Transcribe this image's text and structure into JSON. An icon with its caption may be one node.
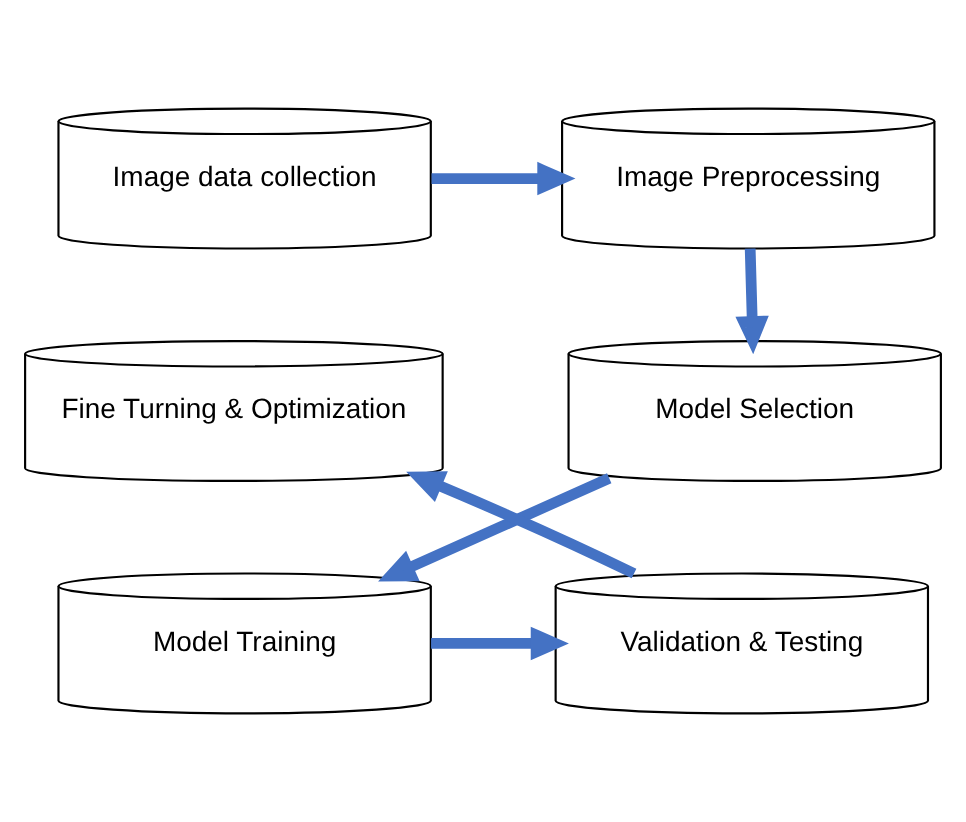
{
  "diagram": {
    "nodes": [
      {
        "text": [
          "Image data collection"
        ]
      },
      {
        "text": [
          "Image Preprocessing"
        ]
      },
      {
        "text": [
          "Model Selection"
        ]
      },
      {
        "text": [
          "Model Training"
        ]
      },
      {
        "text": [
          "Validation & Testing"
        ]
      },
      {
        "text": [
          "Fine Turning & Optimization"
        ]
      }
    ],
    "edges": [
      {
        "from": 0,
        "to": 1,
        "arrow": "to"
      },
      {
        "from": 1,
        "to": 2,
        "arrow": "to"
      },
      {
        "from": 2,
        "to": 3,
        "arrow": "to"
      },
      {
        "from": 3,
        "to": 4,
        "arrow": "to"
      },
      {
        "from": 4,
        "to": 5,
        "arrow": "to"
      }
    ]
  }
}
